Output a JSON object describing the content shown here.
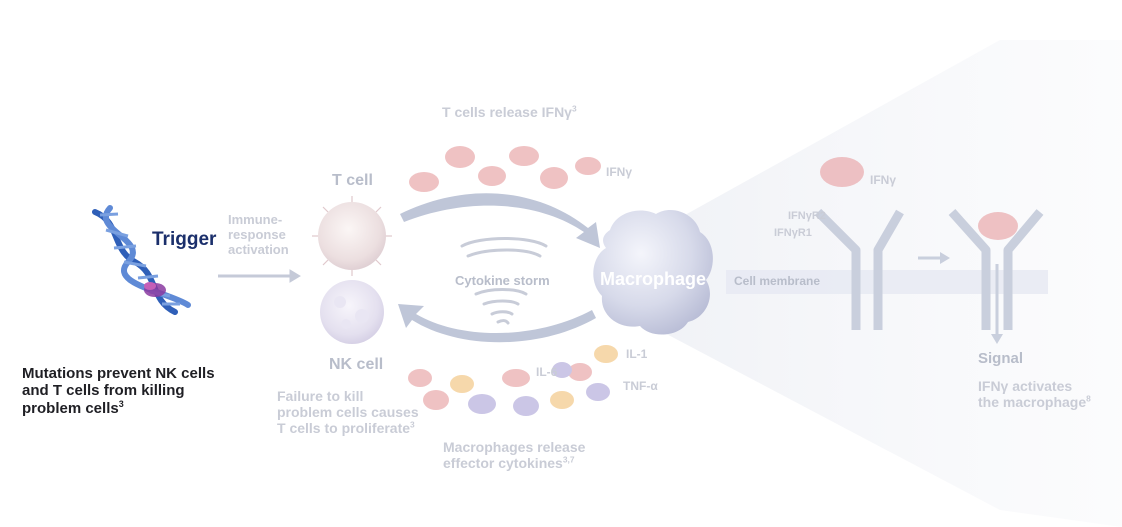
{
  "labels": {
    "trigger": "Trigger",
    "mutations": [
      "Mutations prevent NK cells",
      "and T cells from killing",
      "problem cells"
    ],
    "mutations_ref": "3",
    "immune_activation": [
      "Immune-",
      "response",
      "activation"
    ],
    "t_cell": "T cell",
    "nk_cell": "NK cell",
    "failure": [
      "Failure to kill",
      "problem cells causes",
      "T cells to proliferate"
    ],
    "failure_ref": "3",
    "t_release": "T cells release IFNγ",
    "t_release_ref": "3",
    "ifng_top": "IFNγ",
    "cytokine_storm": "Cytokine storm",
    "macrophage": "Macrophage",
    "il6": "IL-6",
    "il1": "IL-1",
    "tnf": "TNF-α",
    "macro_release": [
      "Macrophages release",
      "effector cytokines"
    ],
    "macro_release_ref": "3,7",
    "ifng_right": "IFNγ",
    "ifngr2": "IFNγR2",
    "ifngr1": "IFNγR1",
    "cell_membrane": "Cell membrane",
    "signal": "Signal",
    "ifng_activates": [
      "IFNγ activates",
      "the macrophage"
    ],
    "ifng_activates_ref": "8"
  },
  "colors": {
    "dark_text": "#1f1f24",
    "faded_text": "#c9ccd6",
    "dna_blue": "#2f5fb8",
    "dna_highlight": "#8a3aa0",
    "arrow_gray": "#b7c0d4",
    "cytokine_pink": "#e8a6a8",
    "cytokine_purple": "#b9b4dc",
    "cytokine_orange": "#f2c88a",
    "macrophage": "#d9dcec"
  },
  "icons": [
    "dna-helix-icon",
    "t-cell-icon",
    "nk-cell-icon",
    "tornado-icon",
    "macrophage-icon",
    "ifng-receptor-icon",
    "cytokine-icon"
  ]
}
